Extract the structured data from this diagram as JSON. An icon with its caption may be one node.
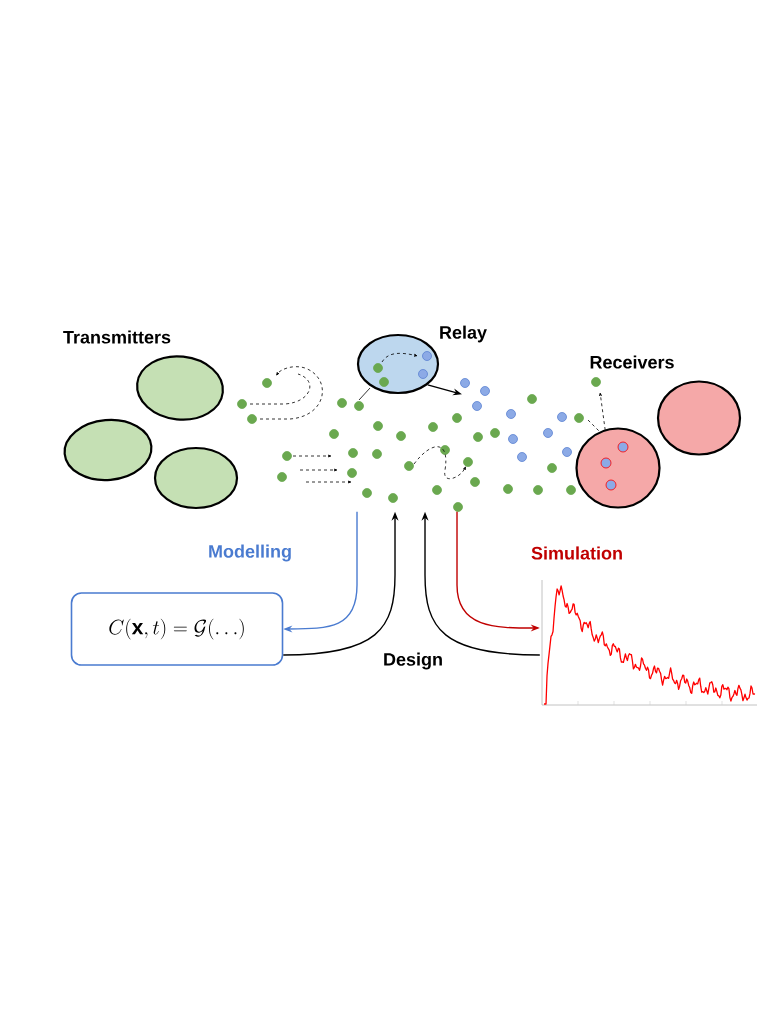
{
  "diagram": {
    "nodes": [
      {
        "text": [],
        "shape": "circle"
      },
      {
        "text": [],
        "shape": "circle"
      },
      {
        "text": [],
        "shape": "circle"
      },
      {
        "text": [],
        "shape": "circle"
      },
      {
        "text": [],
        "shape": "picture"
      },
      {
        "text": [],
        "shape": "circle"
      },
      {
        "text": [],
        "shape": "circle"
      },
      {
        "text": [
          "C(\\mathbf{x},t) = \\mathcal{G}(\\ldots)"
        ]
      },
      {
        "text": [],
        "shape": "picture"
      }
    ],
    "edges": [
      {
        "from": 4,
        "to": 7,
        "arrow": "to",
        "label": "Modelling",
        "color": "#4a7bd0"
      },
      {
        "from": 4,
        "to": 8,
        "arrow": "to",
        "label": "Simulation",
        "color": "#c00000"
      },
      {
        "from": 7,
        "to": 4,
        "arrow": "to",
        "label": "Design"
      },
      {
        "from": 8,
        "to": 4,
        "arrow": "to"
      },
      {
        "from": 3,
        "to": 4,
        "arrow": "to"
      }
    ],
    "labels": [
      "Transmitters",
      "Relay",
      "Receivers"
    ]
  }
}
